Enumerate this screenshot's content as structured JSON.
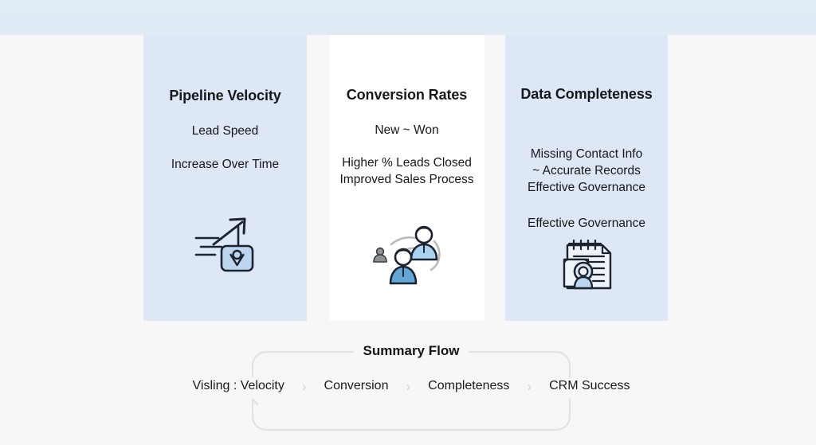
{
  "banner": {
    "name": "top-banner",
    "color": "#e1ecf7"
  },
  "page": {
    "background": "#f7f7f7"
  },
  "panels": [
    {
      "id": "velocity",
      "title": "Pipeline Velocity",
      "subtitle": "Lead Speed",
      "body": "Increase Over Time",
      "extra": "",
      "icon": "speed-arrow-icon",
      "background": "#dde7f5"
    },
    {
      "id": "conversion",
      "title": "Conversion Rates",
      "subtitle": "New ~ Won",
      "body": "Higher % Leads Closed\nImproved Sales Process",
      "extra": "",
      "icon": "people-network-icon",
      "background": "#ffffff"
    },
    {
      "id": "completeness",
      "title": "Data Completeness",
      "subtitle": "",
      "body": "Missing Contact Info\n~ Accurate Records\nEffective Governance",
      "extra": "Effective Governance",
      "icon": "notepad-contact-icon",
      "background": "#dde7f5"
    }
  ],
  "summary": {
    "title": "Summary Flow",
    "steps": [
      "Visling : Velocity",
      "Conversion",
      "Completeness",
      "CRM Success"
    ],
    "separator": "›",
    "loop_arrow": "up-arrow-icon",
    "border_color": "#e3e3e3"
  }
}
